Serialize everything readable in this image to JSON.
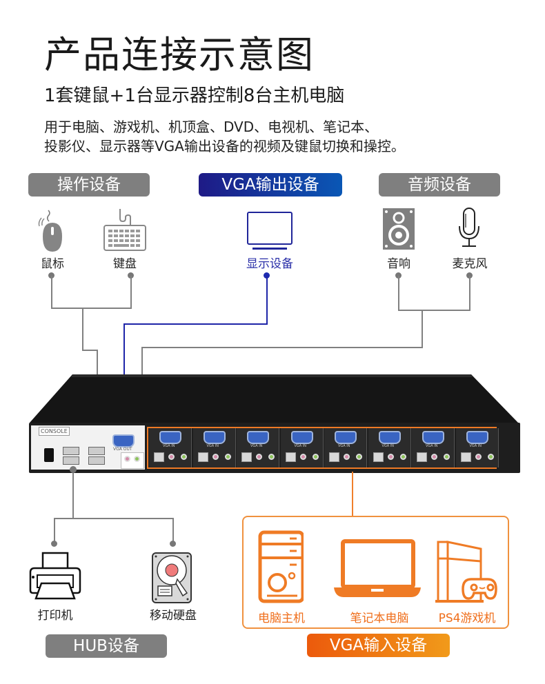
{
  "header": {
    "title": "产品连接示意图",
    "subtitle": "1套键鼠+1台显示器控制8台主机电脑",
    "description_line1": "用于电脑、游戏机、机顶盒、DVD、电视机、笔记本、",
    "description_line2": "投影仪、显示器等VGA输出设备的视频及键鼠切换和操控。"
  },
  "groups": {
    "operation": {
      "label": "操作设备",
      "items": [
        {
          "label": "鼠标",
          "icon": "mouse-icon"
        },
        {
          "label": "键盘",
          "icon": "keyboard-icon"
        }
      ]
    },
    "vga_output": {
      "label": "VGA输出设备",
      "items": [
        {
          "label": "显示设备",
          "icon": "monitor-icon"
        }
      ]
    },
    "audio": {
      "label": "音频设备",
      "items": [
        {
          "label": "音响",
          "icon": "speaker-icon"
        },
        {
          "label": "麦克风",
          "icon": "microphone-icon"
        }
      ]
    },
    "hub": {
      "label": "HUB设备",
      "items": [
        {
          "label": "打印机",
          "icon": "printer-icon"
        },
        {
          "label": "移动硬盘",
          "icon": "hard-drive-icon"
        }
      ]
    },
    "vga_input": {
      "label": "VGA输入设备",
      "items": [
        {
          "label": "电脑主机",
          "icon": "desktop-tower-icon"
        },
        {
          "label": "笔记本电脑",
          "icon": "laptop-icon"
        },
        {
          "label": "PS4游戏机",
          "icon": "game-console-icon"
        }
      ]
    }
  },
  "kvm": {
    "console_label": "CONSOLE",
    "vga_out_label": "VGA OUT",
    "vga_in_label": "VGA IN",
    "port_count": 8
  },
  "colors": {
    "gray_wire": "#808080",
    "blue_wire": "#1d24a8",
    "orange_accent": "#f07f2b"
  }
}
